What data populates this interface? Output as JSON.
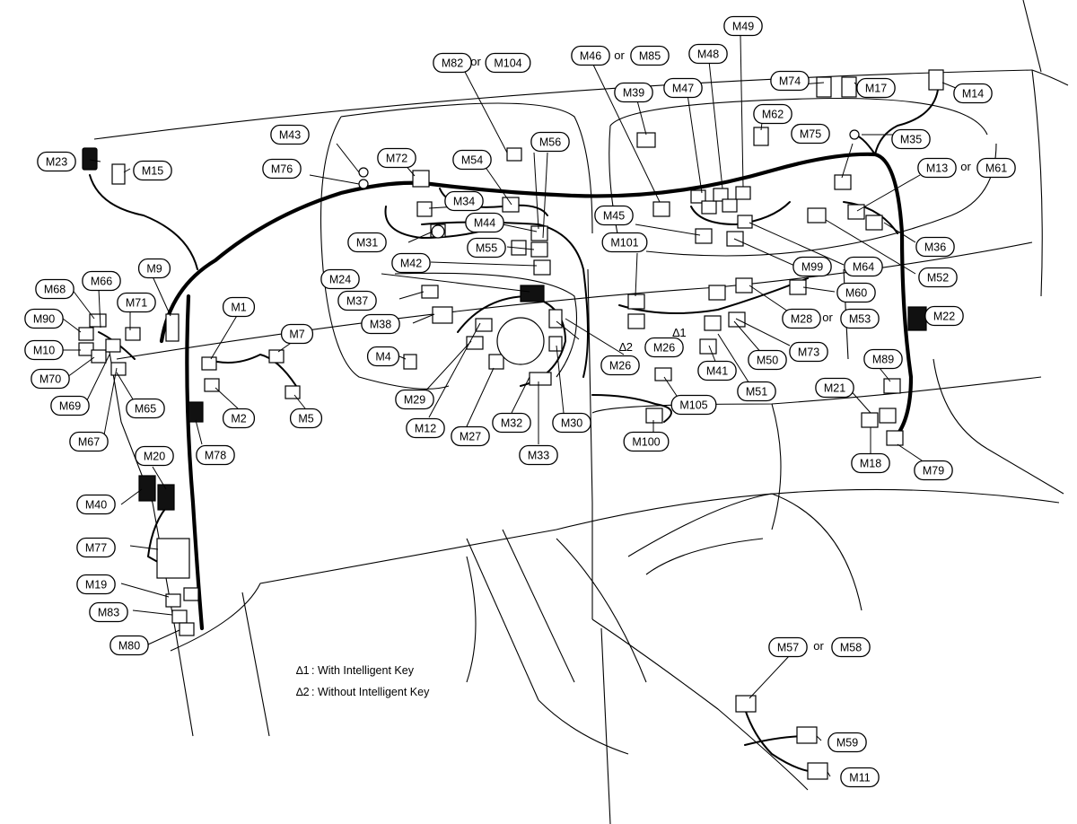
{
  "labels": [
    "M1",
    "M2",
    "M4",
    "M5",
    "M7",
    "M9",
    "M10",
    "M11",
    "M12",
    "M13",
    "M14",
    "M15",
    "M17",
    "M18",
    "M19",
    "M20",
    "M21",
    "M22",
    "M23",
    "M24",
    "M26",
    "M27",
    "M28",
    "M29",
    "M30",
    "M31",
    "M32",
    "M33",
    "M34",
    "M35",
    "M36",
    "M37",
    "M38",
    "M39",
    "M40",
    "M41",
    "M42",
    "M43",
    "M44",
    "M45",
    "M46",
    "M47",
    "M48",
    "M49",
    "M50",
    "M51",
    "M52",
    "M53",
    "M54",
    "M55",
    "M56",
    "M57",
    "M58",
    "M59",
    "M60",
    "M61",
    "M62",
    "M64",
    "M65",
    "M66",
    "M67",
    "M68",
    "M69",
    "M70",
    "M71",
    "M72",
    "M73",
    "M74",
    "M75",
    "M76",
    "M77",
    "M78",
    "M79",
    "M80",
    "M82",
    "M83",
    "M85",
    "M89",
    "M90",
    "M99",
    "M100",
    "M101",
    "M104",
    "M105"
  ],
  "or_word": "or",
  "star1_mark": "∆1",
  "star2_mark": "∆2",
  "notes": [
    {
      "mark": "∆1",
      "text": ": With Intelligent Key"
    },
    {
      "mark": "∆2",
      "text": ": Without Intelligent Key"
    }
  ]
}
